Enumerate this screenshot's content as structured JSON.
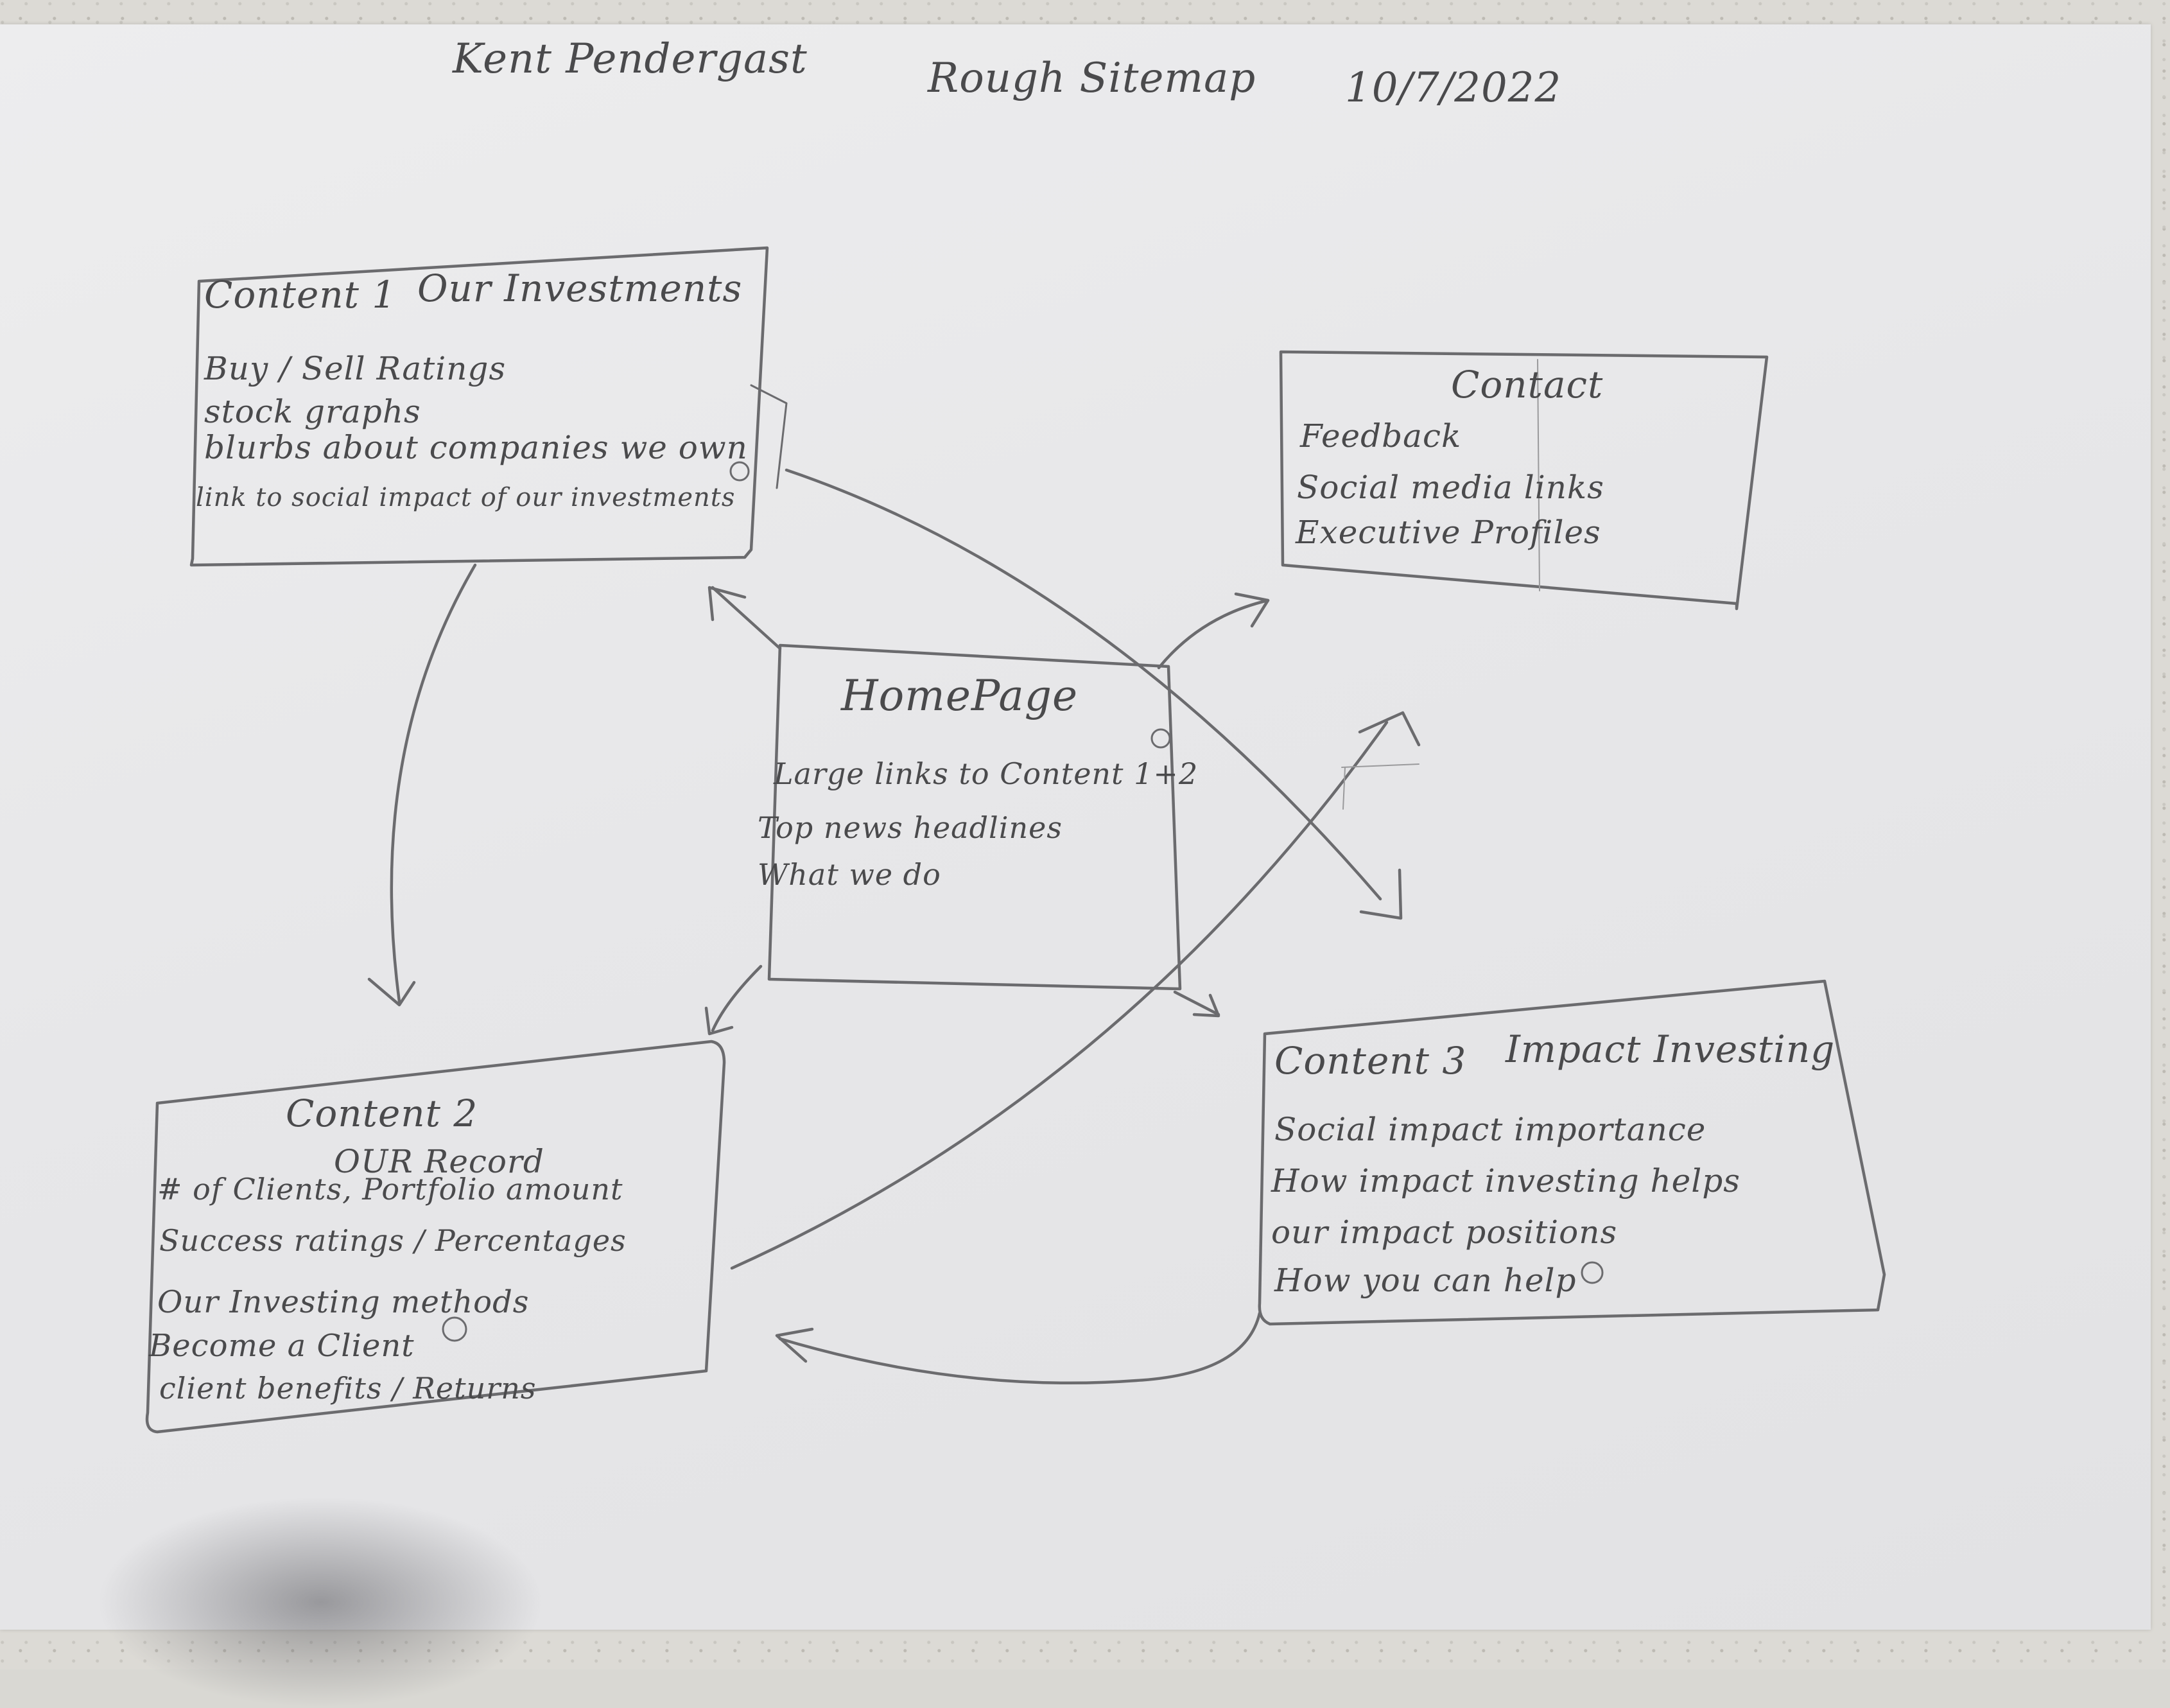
{
  "header": {
    "author": "Kent Pendergast",
    "title": "Rough Sitemap",
    "date": "10/7/2022"
  },
  "nodes": {
    "homepage": {
      "title": "HomePage",
      "items": [
        "Large links to Content 1+2",
        "Top news headlines",
        "What we do"
      ]
    },
    "content1": {
      "label": "Content 1",
      "title": "Our Investments",
      "items": [
        "Buy / Sell Ratings",
        "stock graphs",
        "blurbs about companies we own",
        "link to social impact of our investments"
      ]
    },
    "content2": {
      "title": "Content 2",
      "subtitle": "OUR Record",
      "items": [
        "# of Clients, Portfolio amount",
        "Success ratings / Percentages",
        "Our Investing methods",
        "Become a Client",
        "client benefits / Returns"
      ]
    },
    "content3": {
      "label": "Content 3",
      "title": "Impact Investing",
      "items": [
        "Social impact importance",
        "How impact investing helps",
        "our impact positions",
        "How you can help"
      ]
    },
    "contact": {
      "title": "Contact",
      "items": [
        "Feedback",
        "Social media links",
        "Executive Profiles"
      ]
    }
  },
  "colors": {
    "pencil": "#6b6b6e",
    "paper": "#e8e8ea"
  }
}
